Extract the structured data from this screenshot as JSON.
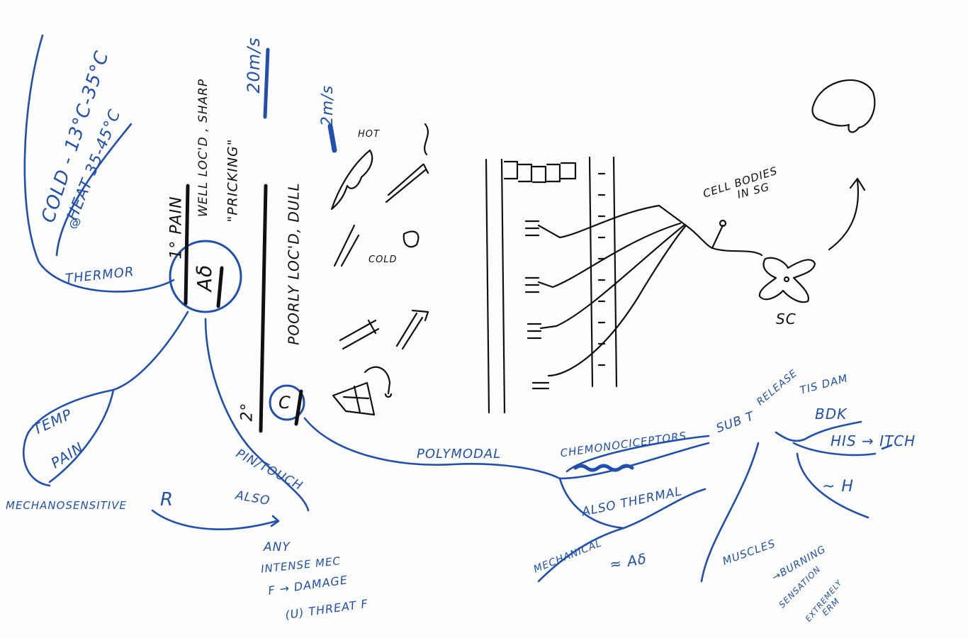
{
  "colors": {
    "ink_blue": "#1f4fb0",
    "ink_black": "#111111",
    "paper": "#fdfdfd"
  },
  "labels": {
    "cold": "COLD - 13°C-35°C",
    "heat": "HEAT 35-45°C",
    "heat_sub": "@",
    "thermor": "THERMOR",
    "pain_1": "1° PAIN",
    "adelta": "Aδ",
    "well_loc": "WELL LOC'D , SHARP",
    "pricking": "\"PRICKING\"",
    "speed_20": "20m/s",
    "speed_2": "2m/s",
    "poorly_loc": "POORLY LOC'D, DULL",
    "pain_2": "2°",
    "c_fibre": "C",
    "hot": "HOT",
    "cold_icon": "COLD",
    "temp": "TEMP",
    "pain": "PAIN",
    "mechanosensitive": "MECHANOSENSITIVE",
    "mech_r": "R",
    "pin_touch": "PIN/TOUCH",
    "also_1": "ALSO",
    "any": "ANY",
    "intense_mec": "INTENSE MEC",
    "damage_line": "F → DAMAGE",
    "threat_line": "(U) THREAT F",
    "polymodal": "POLYMODAL",
    "chemonociceptors": "CHEMONOCICEPTORS",
    "also_thermal": "ALSO THERMAL",
    "mechanical": "MECHANICAL",
    "approx_ad": "≈ Aδ",
    "release": "RELEASE",
    "subst": "SUB T",
    "ts_dam": "TIS DAM",
    "bdk": "BDK",
    "his_itch": "HIS → ITCH",
    "approx_h": "~ H",
    "muscles": "MUSCLES",
    "burning": "→BURNING",
    "sensation": "SENSATION",
    "extremely": "EXTREMELY",
    "erm": "ERM",
    "cell_bodies": "CELL BODIES",
    "in_sg": "IN SG",
    "sc": "SC"
  }
}
